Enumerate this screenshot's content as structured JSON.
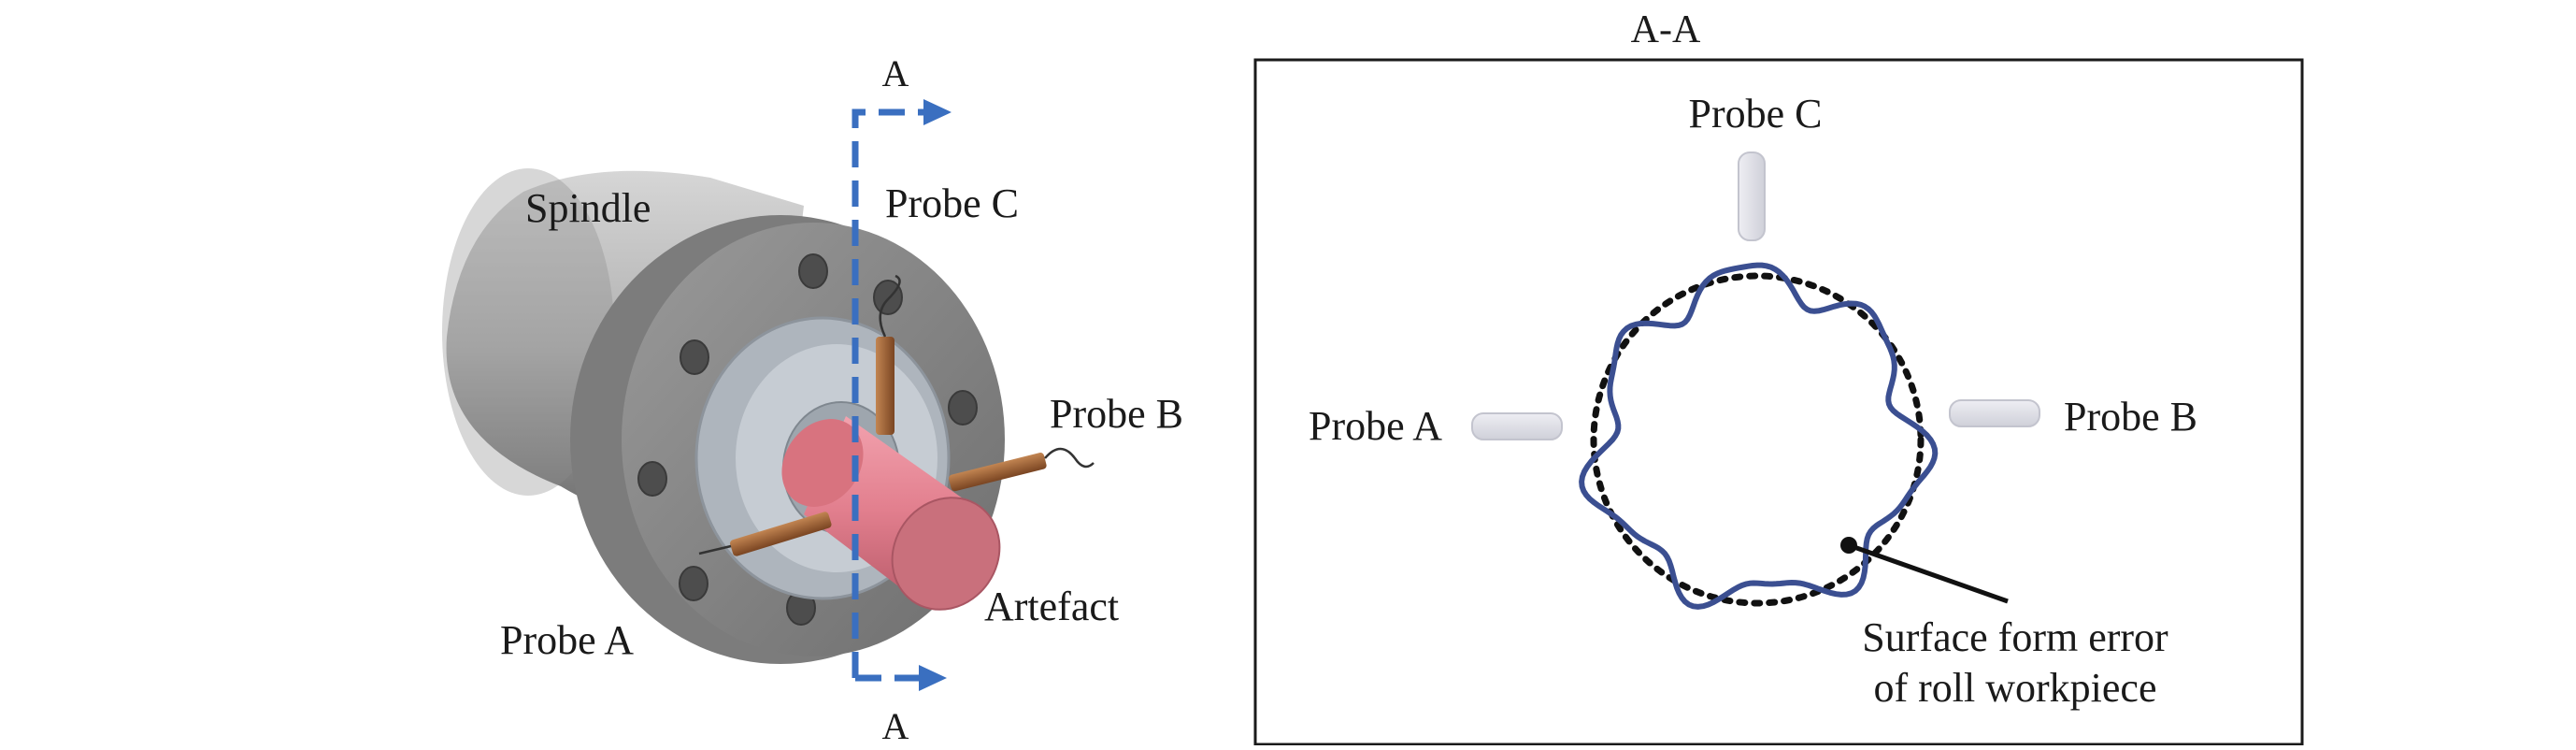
{
  "left_figure": {
    "labels": {
      "spindle": "Spindle",
      "probe_a": "Probe A",
      "probe_b": "Probe B",
      "probe_c": "Probe C",
      "artefact": "Artefact",
      "section_top": "A",
      "section_bottom": "A"
    },
    "colors": {
      "section_line": "#3a6fc0",
      "spindle_body": "#b4b4b4",
      "flange": "#8c8c8c",
      "artefact": "#e07f8e",
      "probe": "#9a6034"
    }
  },
  "right_figure": {
    "title": "A-A",
    "labels": {
      "probe_a": "Probe A",
      "probe_b": "Probe B",
      "probe_c": "Probe C",
      "annotation_line1": "Surface form error",
      "annotation_line2": "of roll workpiece"
    },
    "colors": {
      "profile": "#3b4f91",
      "reference_circle": "#111111",
      "probe": "#dcdde6"
    }
  }
}
